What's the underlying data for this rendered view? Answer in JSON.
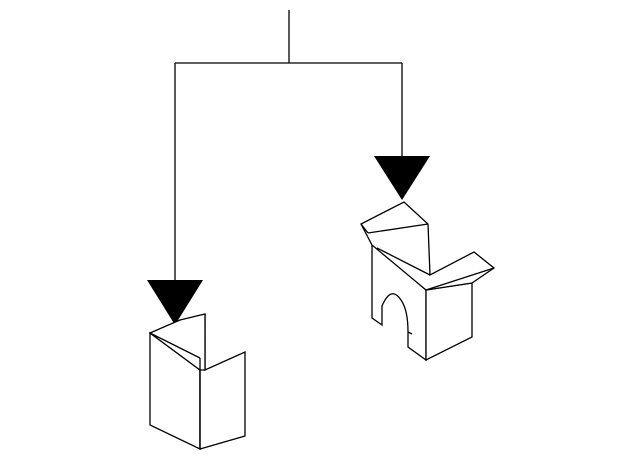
{
  "diagram": {
    "type": "parts-callout",
    "colors": {
      "line": "#000000",
      "fill": "#ffffff",
      "arrow": "#000000"
    },
    "callouts": [
      {
        "id": "left",
        "part": "left-clip",
        "arrow": "down-arrow-icon"
      },
      {
        "id": "right",
        "part": "right-clip",
        "arrow": "down-arrow-icon"
      }
    ]
  }
}
